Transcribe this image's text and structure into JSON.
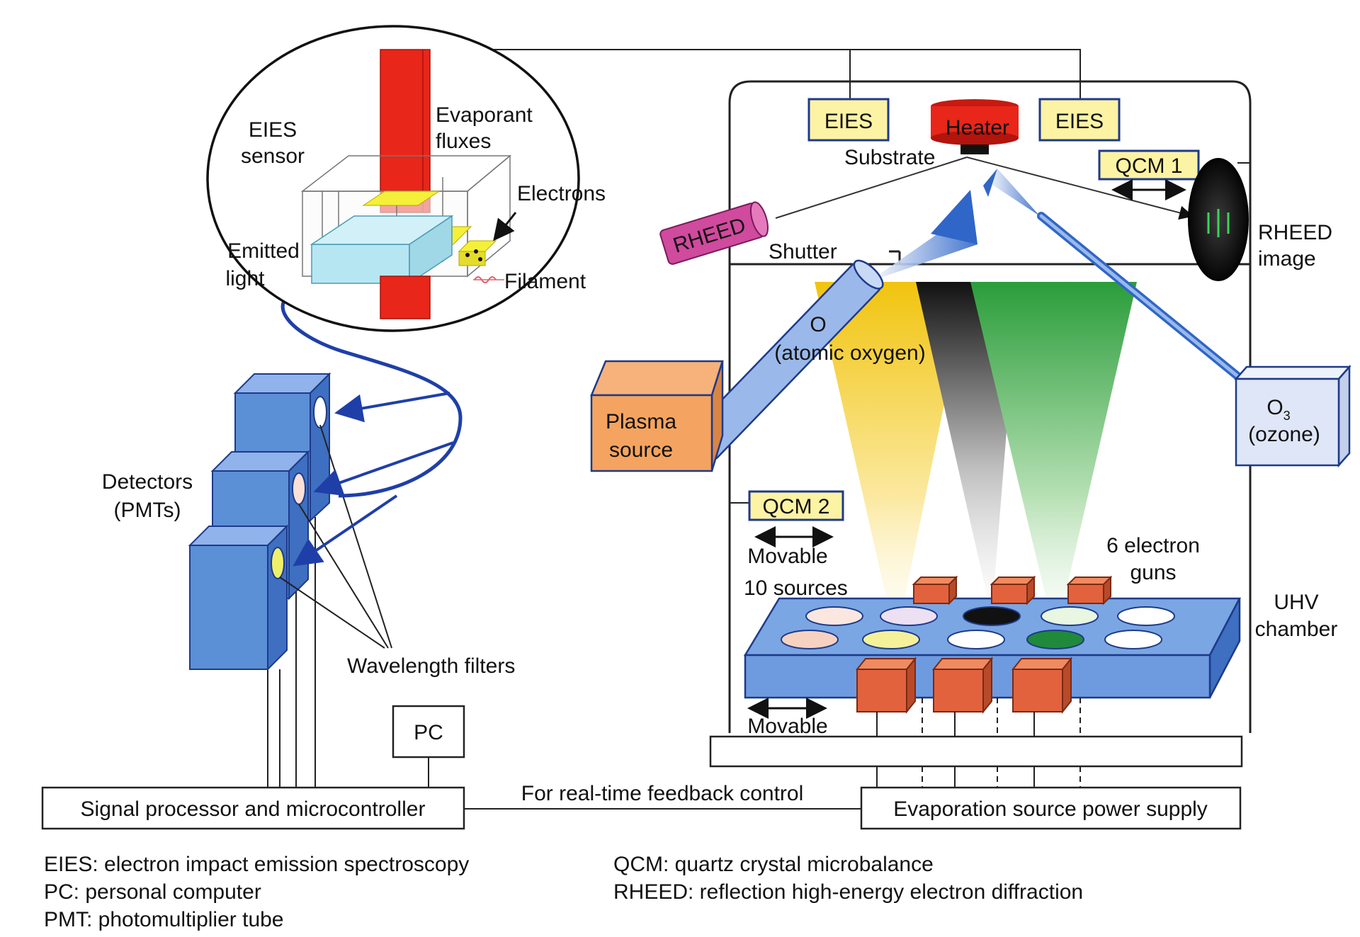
{
  "inset": {
    "eies_sensor": [
      "EIES",
      "sensor"
    ],
    "evaporant_fluxes": [
      "Evaporant",
      "fluxes"
    ],
    "electrons": "Electrons",
    "emitted_light": [
      "Emitted",
      "light"
    ],
    "filament": "Filament"
  },
  "detectors": {
    "label": [
      "Detectors",
      "(PMTs)"
    ],
    "wavelength_filters": "Wavelength filters"
  },
  "control": {
    "pc": "PC",
    "signal_processor": "Signal processor and microcontroller",
    "feedback": "For real-time feedback control",
    "power_supply": "Evaporation source power supply"
  },
  "chamber": {
    "eies_left": "EIES",
    "heater": "Heater",
    "eies_right": "EIES",
    "substrate": "Substrate",
    "qcm1": "QCM 1",
    "rheed": "RHEED",
    "rheed_image": [
      "RHEED",
      "image"
    ],
    "shutter": "Shutter",
    "oxygen": [
      "O",
      "(atomic oxygen)"
    ],
    "plasma_source": [
      "Plasma",
      "source"
    ],
    "ozone_o": "O",
    "ozone_sub": "3",
    "ozone_label": "(ozone)",
    "qcm2": "QCM 2",
    "movable_qcm": "Movable",
    "ten_sources": "10 sources",
    "electron_guns": [
      "6 electron",
      "guns"
    ],
    "uhv": [
      "UHV",
      "chamber"
    ],
    "movable_base": "Movable"
  },
  "legend": {
    "left": [
      "EIES: electron impact emission spectroscopy",
      "PC: personal computer",
      "PMT: photomultiplier tube"
    ],
    "right": [
      "QCM: quartz crystal microbalance",
      "RHEED: reflection high-energy electron diffraction"
    ]
  },
  "colors": {
    "blue_box": "#5b8fd6",
    "orange": "#f4a460",
    "red": "#e8261a",
    "yellow_label": "#fdf3a4",
    "magenta": "#d04a9e",
    "ozone_box": "#dfe6f7",
    "source_block": "#e2623e",
    "green_beam": "#2a9d3a"
  }
}
